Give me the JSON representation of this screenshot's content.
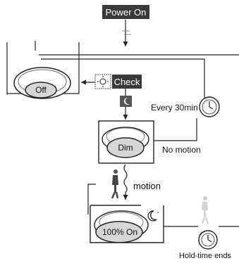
{
  "power_on": "Power On",
  "check": "Check",
  "states": {
    "off": "Off",
    "dim": "Dim",
    "full": "100% On"
  },
  "labels": {
    "every_30min": "Every 30min",
    "no_motion": "No motion",
    "motion": "motion",
    "hold_time_ends": "Hold-time ends"
  },
  "icons": {
    "sun": "sun-icon",
    "moon": "moon-icon",
    "clock": "clock-icon",
    "walking_person": "walking-person-icon"
  },
  "colors": {
    "dark_box": "#3a3a3a",
    "lamp_fill": "#d6d6d6",
    "lines": "#222222"
  }
}
